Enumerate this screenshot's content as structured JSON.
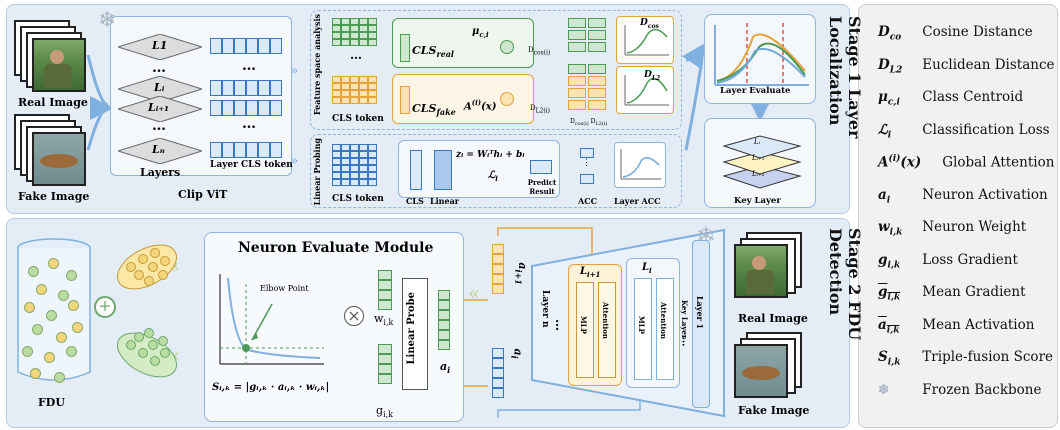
{
  "stage1": {
    "title": "Stage 1 Layer Localization",
    "real_image": "Real Image",
    "fake_image": "Fake Image",
    "clip": "Clip ViT",
    "layers": "Layers",
    "layer_cls_token": "Layer CLS token",
    "layer_labels": [
      "L1",
      "Lᵢ",
      "Lᵢ₊₁",
      "Lₙ"
    ],
    "ellipsis": "…",
    "feature_space_analysis": "Feature space analysis",
    "linear_probing": "Linear Probing",
    "cls_token": "CLS token",
    "cls_real": "CLS",
    "cls_real_sub": "real",
    "cls_fake": "CLS",
    "cls_fake_sub": "fake",
    "mu_ci": "μ",
    "mu_ci_sub": "c,i",
    "attention": "A",
    "attention_sup": "(i)",
    "attention_arg": "(x)",
    "d_cos_i": "D",
    "d_cos_i_sub": "cos(i)",
    "d_l2_i": "D",
    "d_l2_i_sub": "L2(i)",
    "d_cos_set": "D",
    "d_cos_set_sub": "cos(i)",
    "d_l2_set": "D",
    "d_l2_set_sub": "L2(i)",
    "d_cos_chart": "D",
    "d_cos_chart_sub": "cos",
    "d_l2_chart": "D",
    "d_l2_chart_sub": "L2",
    "cls_label": "CLS",
    "linear_label": "Linear",
    "linear_eq": "zᵢ = Wᵢᵀhᵢ + bᵢ",
    "loss_label": "ℒ",
    "loss_sub": "i",
    "predict_result": "Predict Result",
    "acc": "ACC",
    "layer_acc": "Layer ACC",
    "layer_evaluate": "Layer Evaluate",
    "key_layer": "Key Layer",
    "key_layer_labels": [
      "Lᵢ",
      "Lᵢ₊₁",
      "Lᵢ₊₂"
    ]
  },
  "stage2": {
    "title": "Stage 2 FDU Detection",
    "fdu": "FDU",
    "neuron_evaluate_module": "Neuron Evaluate Module",
    "elbow_point": "Elbow Point",
    "score_eq": "Sᵢ,ₖ = |gᵢ,ₖ · aᵢ,ₖ · wᵢ,ₖ|",
    "w_label": "w",
    "w_sub": "i,k",
    "g_label": "g",
    "g_sub": "i,k",
    "linear_probe": "Linear Probe",
    "a_label": "a",
    "a_sub": "i",
    "a_i_plus_1": "a",
    "a_i_plus_1_sub": "i+1",
    "layer_n": "Layer n",
    "layer_1": "Layer 1",
    "key_layer": "Key Layer",
    "mlp": "MLP",
    "attention": "Attention",
    "l_i_plus_1": "L",
    "l_i_plus_1_sub": "i+1",
    "l_i": "L",
    "l_i_sub": "i",
    "real_image": "Real Image",
    "fake_image": "Fake Image"
  },
  "legend": [
    {
      "symbol": "D",
      "sub": "co",
      "text": "Cosine Distance"
    },
    {
      "symbol": "D",
      "sub": "L2",
      "text": "Euclidean Distance"
    },
    {
      "symbol": "μ",
      "sub": "c,i",
      "text": "Class Centroid"
    },
    {
      "symbol": "ℒ",
      "sub": "i",
      "text": "Classification Loss"
    },
    {
      "symbol": "A",
      "sub": "",
      "sup": "(i)",
      "extra": "(x)",
      "text": "Global Attention"
    },
    {
      "symbol": "a",
      "sub": "i",
      "text": "Neuron Activation"
    },
    {
      "symbol": "w",
      "sub": "i,k",
      "text": "Neuron Weight"
    },
    {
      "symbol": "g",
      "sub": "i,k",
      "text": "Loss Gradient"
    },
    {
      "symbol": "g",
      "sub": "i,k",
      "bar": true,
      "text": "Mean Gradient"
    },
    {
      "symbol": "a",
      "sub": "i,k",
      "bar": true,
      "text": "Mean Activation"
    },
    {
      "symbol": "S",
      "sub": "i,k",
      "text": "Triple-fusion Score"
    },
    {
      "symbol": "❄",
      "sub": "",
      "text": "Frozen Backbone"
    }
  ],
  "colors": {
    "stage_bg": "#e4ecf6",
    "panel_border": "#8fb4dd",
    "blue": "#3b78c4",
    "green": "#4c9a55",
    "orange": "#e5a33d",
    "red": "#d9534f",
    "legend_bg": "#f1f1f1"
  }
}
